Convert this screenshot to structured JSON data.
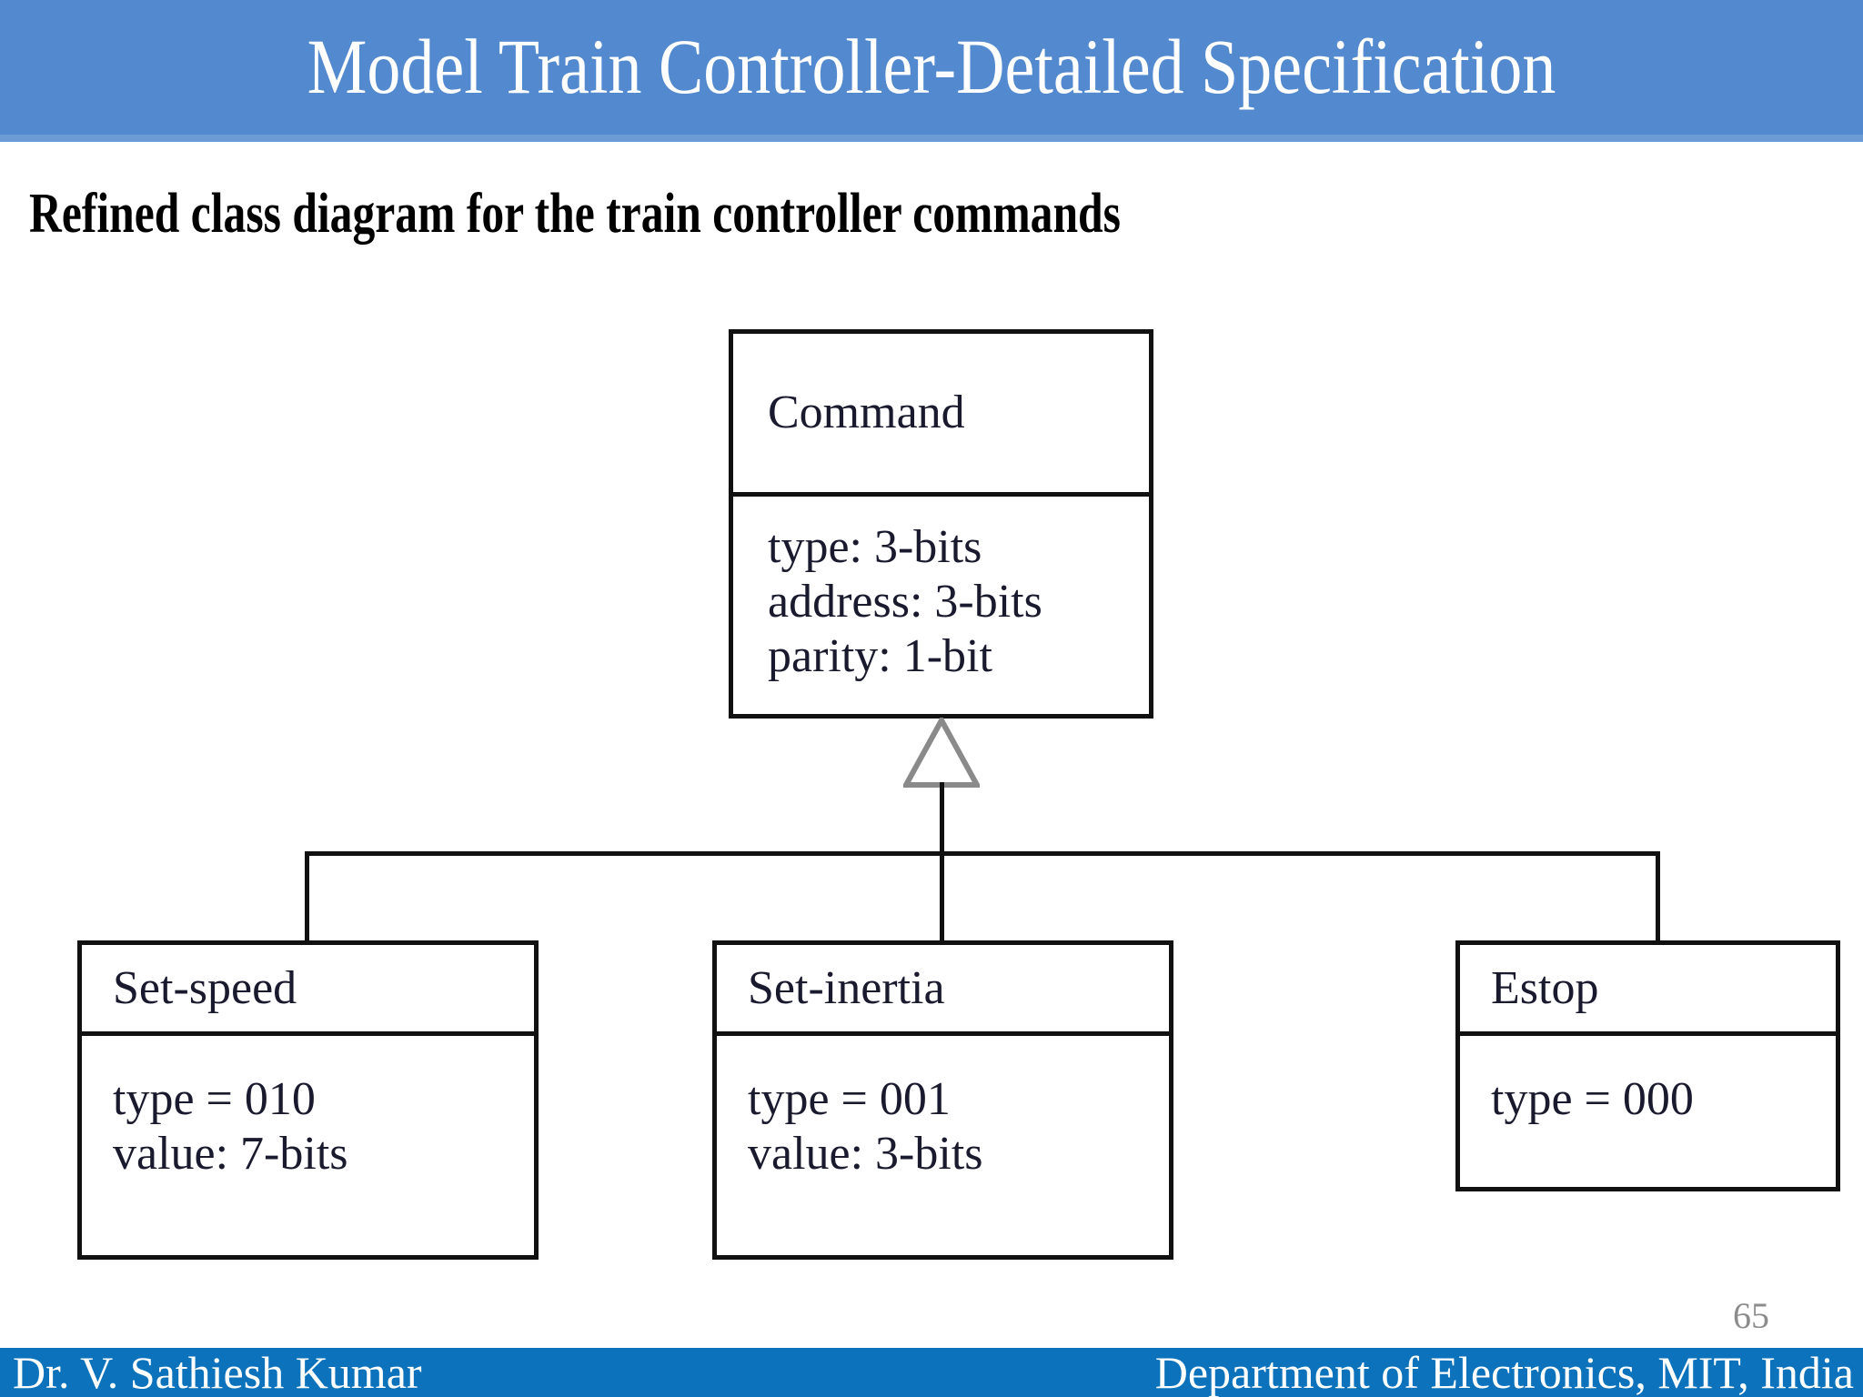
{
  "header": {
    "title": "Model Train Controller-Detailed Specification",
    "bar_color": "#5389CE"
  },
  "subtitle": "Refined class diagram for the train controller commands",
  "diagram": {
    "relationship": "generalization",
    "parent": {
      "name": "Command",
      "attributes": [
        "type: 3-bits",
        "address: 3-bits",
        "parity: 1-bit"
      ]
    },
    "children": [
      {
        "name": "Set-speed",
        "attributes": [
          "type = 010",
          "value: 7-bits"
        ]
      },
      {
        "name": "Set-inertia",
        "attributes": [
          "type = 001",
          "value: 3-bits"
        ]
      },
      {
        "name": "Estop",
        "attributes": [
          "type = 000"
        ]
      }
    ]
  },
  "footer": {
    "left": "Dr. V. Sathiesh Kumar",
    "right": "Department of Electronics, MIT, India",
    "page_number": "65",
    "bar_color": "#0C72BC"
  }
}
